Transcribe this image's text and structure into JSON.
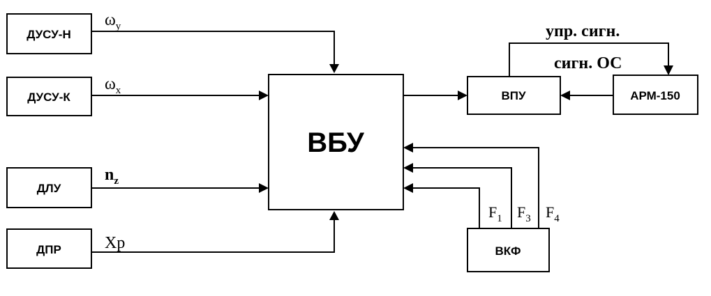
{
  "blocks": {
    "dusu_n": "ДУСУ-Н",
    "dusu_k": "ДУСУ-К",
    "dlu": "ДЛУ",
    "dpr": "ДПР",
    "vbu": "ВБУ",
    "vpu": "ВПУ",
    "arm": "АРМ-150",
    "vkf": "ВКФ"
  },
  "signals": {
    "omega_y": {
      "base": "ω",
      "sub": "y"
    },
    "omega_x": {
      "base": "ω",
      "sub": "x"
    },
    "n_z": {
      "base": "n",
      "sub": "z"
    },
    "xp": "Xp",
    "control_signal": "упр. сигн.",
    "feedback_signal": "сигн. ОС",
    "f1": {
      "base": "F",
      "sub": "1"
    },
    "f3": {
      "base": "F",
      "sub": "3"
    },
    "f4": {
      "base": "F",
      "sub": "4"
    }
  }
}
